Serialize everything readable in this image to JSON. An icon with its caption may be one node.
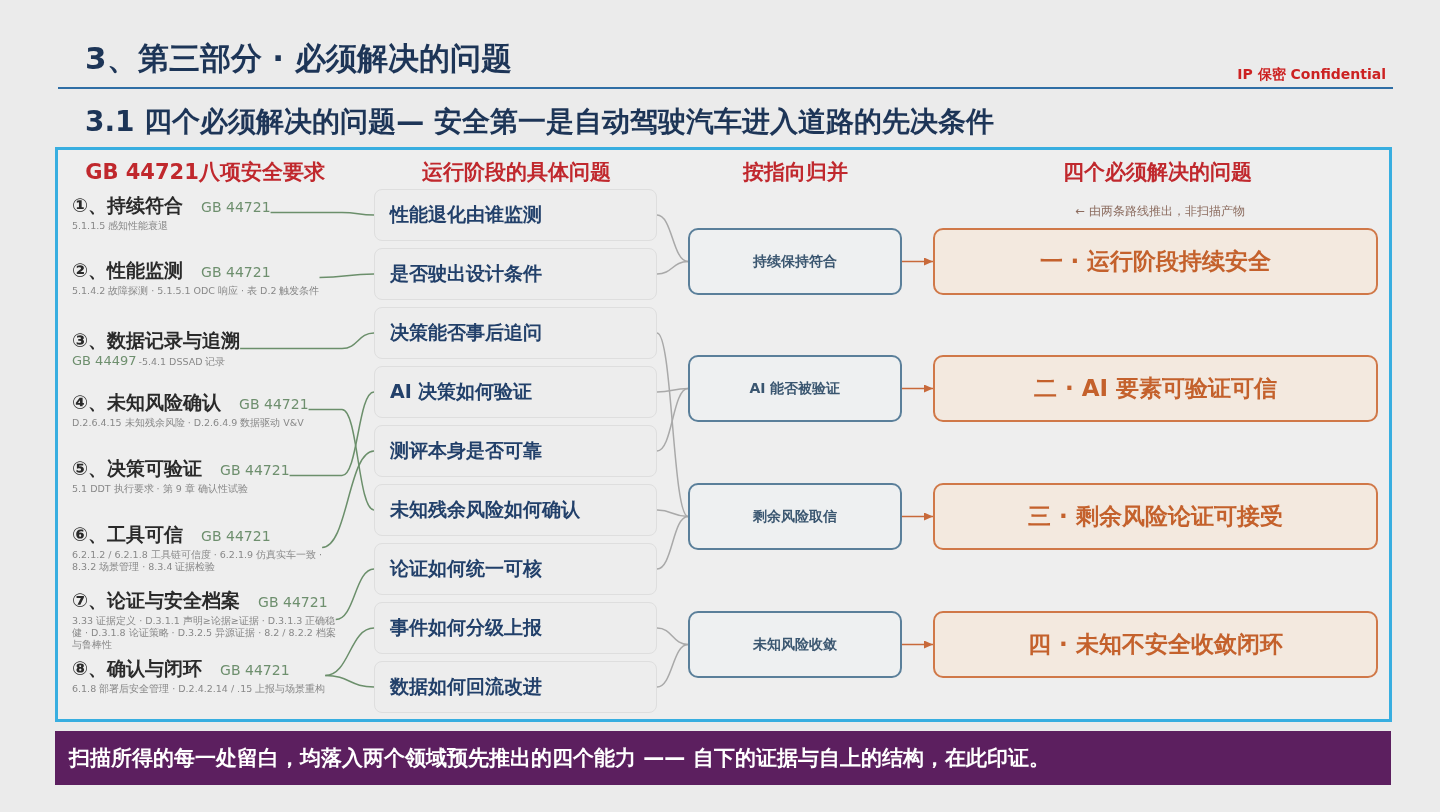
{
  "diagram": {
    "title": "3、第三部分 · 必须解决的问题",
    "caption": "扫描所得的每一处留白，均落入两个领域预先推出的四个能力 —— 自下的证据与自上的结构，在此印证。",
    "nodes": [
      {
        "text": [
          "①、持续符合",
          "GB 44721",
          "5.1.1.5 感知性能衰退"
        ]
      },
      {
        "text": [
          "②、性能监测",
          "GB 44721",
          "5.1.4.2 故障探测 · 5.1.5.1 ODC 响应 · 表 D.2 触发条件"
        ]
      },
      {
        "text": [
          "③、数据记录与追溯",
          "GB 44497",
          "-5.4.1 DSSAD 记录"
        ]
      },
      {
        "text": [
          "④、未知风险确认",
          "GB 44721",
          "D.2.6.4.15 未知残余风险 · D.2.6.4.9 数据驱动 V&V"
        ]
      },
      {
        "text": [
          "⑤、决策可验证",
          "GB 44721",
          "5.1 DDT 执行要求 · 第 9 章 确认性试验"
        ]
      },
      {
        "text": [
          "⑥、工具可信",
          "GB 44721",
          "6.2.1.2 / 6.2.1.8 工具链可信度 · 6.2.1.9 仿真实车一致 · 8.3.2 场景管理 · 8.3.4 证据检验"
        ]
      },
      {
        "text": [
          "⑦、论证与安全档案",
          "GB 44721",
          "3.33 证据定义 · D.3.1.1 声明≥论据≥证据 · D.3.1.3 正确稳健 · D.3.1.8 论证策略 · D.3.2.5 异源证据 · 8.2 / 8.2.2 档案与鲁棒性"
        ]
      },
      {
        "text": [
          "⑧、确认与闭环",
          "GB 44721",
          "6.1.8 部署后安全管理 · D.2.4.2.14 / .15 上报与场景重构"
        ]
      },
      {
        "text": [
          "性能退化由谁监测"
        ]
      },
      {
        "text": [
          "是否驶出设计条件"
        ]
      },
      {
        "text": [
          "决策能否事后追问"
        ]
      },
      {
        "text": [
          "AI 决策如何验证"
        ]
      },
      {
        "text": [
          "测评本身是否可靠"
        ]
      },
      {
        "text": [
          "未知残余风险如何确认"
        ]
      },
      {
        "text": [
          "论证如何统一可核"
        ]
      },
      {
        "text": [
          "事件如何分级上报"
        ]
      },
      {
        "text": [
          "数据如何回流改进"
        ]
      },
      {
        "text": [
          "持续保持符合"
        ]
      },
      {
        "text": [
          "AI 能否被验证"
        ]
      },
      {
        "text": [
          "剩余风险取信"
        ]
      },
      {
        "text": [
          "未知风险收敛"
        ]
      },
      {
        "text": [
          "一 · 运行阶段持续安全"
        ]
      },
      {
        "text": [
          "二 · AI 要素可验证可信"
        ]
      },
      {
        "text": [
          "三 · 剩余风险论证可接受"
        ]
      },
      {
        "text": [
          "四 · 未知不安全收敛闭环"
        ]
      }
    ],
    "edges": [
      {
        "from": 0,
        "to": 8,
        "arrow": "none",
        "color": "#6b8f6b"
      },
      {
        "from": 1,
        "to": 9,
        "arrow": "none",
        "color": "#6b8f6b"
      },
      {
        "from": 2,
        "to": 10,
        "arrow": "none",
        "color": "#6b8f6b"
      },
      {
        "from": 3,
        "to": 13,
        "arrow": "none",
        "color": "#6b8f6b"
      },
      {
        "from": 4,
        "to": 11,
        "arrow": "none",
        "color": "#6b8f6b"
      },
      {
        "from": 5,
        "to": 12,
        "arrow": "none",
        "color": "#6b8f6b"
      },
      {
        "from": 6,
        "to": 14,
        "arrow": "none",
        "color": "#6b8f6b"
      },
      {
        "from": 7,
        "to": 15,
        "arrow": "none",
        "color": "#6b8f6b"
      },
      {
        "from": 7,
        "to": 16,
        "arrow": "none",
        "color": "#6b8f6b"
      },
      {
        "from": 8,
        "to": 17,
        "arrow": "none"
      },
      {
        "from": 9,
        "to": 17,
        "arrow": "none"
      },
      {
        "from": 10,
        "to": 19,
        "arrow": "none"
      },
      {
        "from": 11,
        "to": 18,
        "arrow": "none"
      },
      {
        "from": 12,
        "to": 18,
        "arrow": "none"
      },
      {
        "from": 13,
        "to": 19,
        "arrow": "none"
      },
      {
        "from": 14,
        "to": 19,
        "arrow": "none"
      },
      {
        "from": 15,
        "to": 20,
        "arrow": "none"
      },
      {
        "from": 16,
        "to": 20,
        "arrow": "none"
      },
      {
        "from": 17,
        "to": 21,
        "arrow": "to",
        "color": "#c8693a"
      },
      {
        "from": 18,
        "to": 22,
        "arrow": "to",
        "color": "#c8693a"
      },
      {
        "from": 19,
        "to": 23,
        "arrow": "to",
        "color": "#c8693a"
      },
      {
        "from": 20,
        "to": 24,
        "arrow": "to",
        "color": "#c8693a"
      }
    ],
    "labels": [
      "IP 保密 Confidential",
      "3.1 四个必须解决的问题— 安全第一是自动驾驶汽车进入道路的先决条件",
      "GB 44721八项安全要求",
      "运行阶段的具体问题",
      "按指向归并",
      "四个必须解决的问题",
      "← 由两条路线推出，非扫描产物"
    ]
  }
}
